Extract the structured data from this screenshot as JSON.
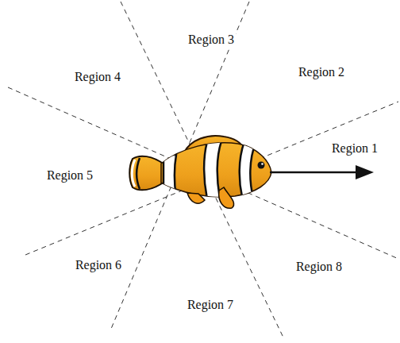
{
  "diagram": {
    "labels": [
      "Region 1",
      "Region 2",
      "Region 3",
      "Region 4",
      "Region 5",
      "Region 6",
      "Region 7",
      "Region 8"
    ]
  }
}
